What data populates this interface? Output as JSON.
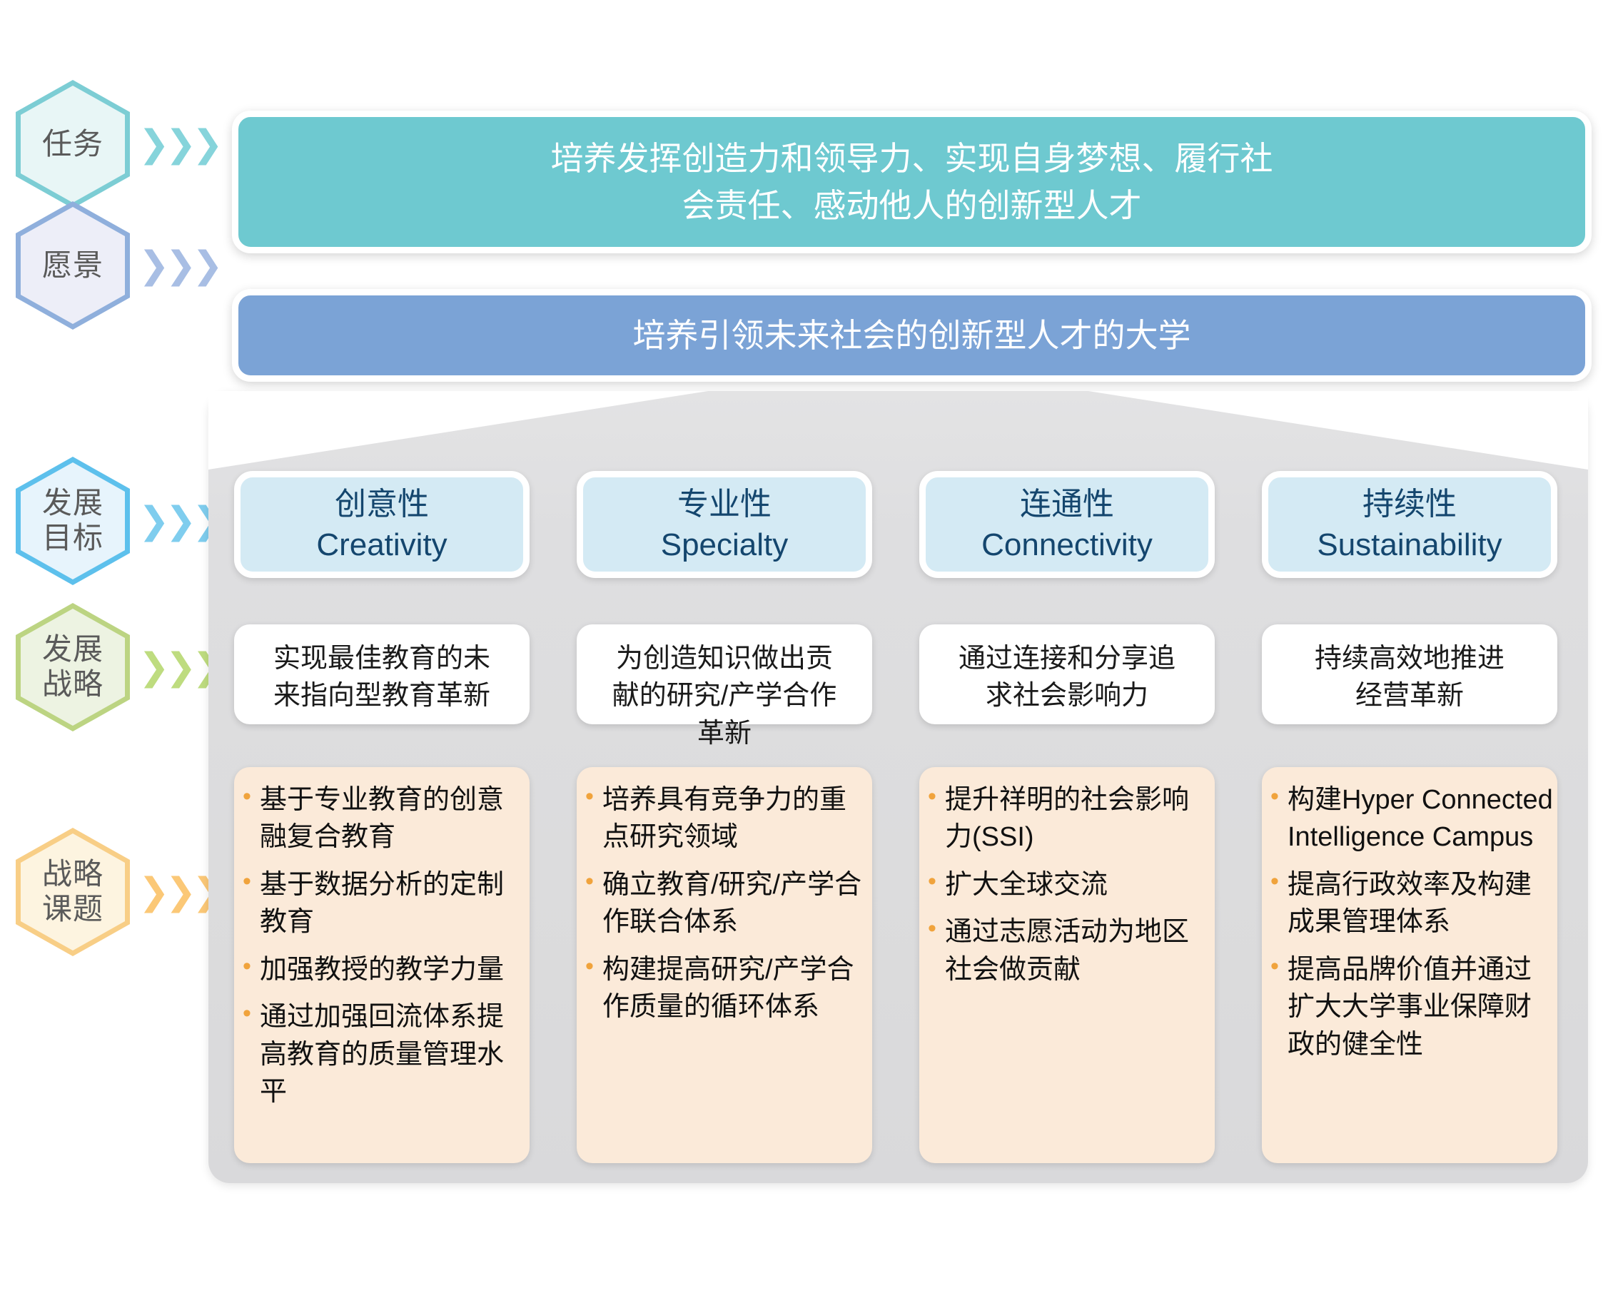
{
  "rail": [
    {
      "label": "任务",
      "fill": "#e8f6f6",
      "stroke": "#7ccdd4",
      "chevron": "#86d4db"
    },
    {
      "label": "愿景",
      "fill": "#edeef8",
      "stroke": "#8fafdc",
      "chevron": "#a8bee4"
    },
    {
      "label": "发展\n目标",
      "fill": "#e7f4fc",
      "stroke": "#5dc0ec",
      "chevron": "#7fcdee"
    },
    {
      "label": "发展\n战略",
      "fill": "#edf3e2",
      "stroke": "#bcd482",
      "chevron": "#bedc7f"
    },
    {
      "label": "战略\n课题",
      "fill": "#fdf4e0",
      "stroke": "#f8ce86",
      "chevron": "#fbc877"
    }
  ],
  "mission": {
    "text": "培养发挥创造力和领导力、实现自身梦想、履行社\n会责任、感动他人的创新型人才",
    "color": "#6ec9d0"
  },
  "vision": {
    "text": "培养引领未来社会的创新型人才的大学",
    "color": "#7ba3d6"
  },
  "goals": [
    {
      "label": "创意性\nCreativity"
    },
    {
      "label": "专业性\nSpecialty"
    },
    {
      "label": "连通性\nConnectivity"
    },
    {
      "label": "持续性\nSustainability"
    }
  ],
  "strategies": [
    {
      "text": "实现最佳教育的未\n来指向型教育革新"
    },
    {
      "text": "为创造知识做出贡\n献的研究/产学合作\n革新"
    },
    {
      "text": "通过连接和分享追\n求社会影响力"
    },
    {
      "text": "持续高效地推进\n经营革新"
    }
  ],
  "tasks": [
    {
      "items": [
        "基于专业教育的创意融复合教育",
        "基于数据分析的定制教育",
        "加强教授的教学力量",
        "通过加强回流体系提高教育的质量管理水平"
      ]
    },
    {
      "items": [
        "培养具有竞争力的重点研究领域",
        "确立教育/研究/产学合作联合体系",
        "构建提高研究/产学合作质量的循环体系"
      ]
    },
    {
      "items": [
        "提升祥明的社会影响力(SSI)",
        "扩大全球交流",
        "通过志愿活动为地区社会做贡献"
      ]
    },
    {
      "items": [
        "构建Hyper Connected Intelligence Campus",
        "提高行政效率及构建成果管理体系",
        "提高品牌价值并通过扩大大学事业保障财政的健全性"
      ]
    }
  ],
  "colors": {
    "board": "#dcdcde",
    "goal_card": "#d4eaf4",
    "goal_text": "#14466e",
    "task_card": "#fbead9",
    "bullet": "#f0a33c"
  }
}
